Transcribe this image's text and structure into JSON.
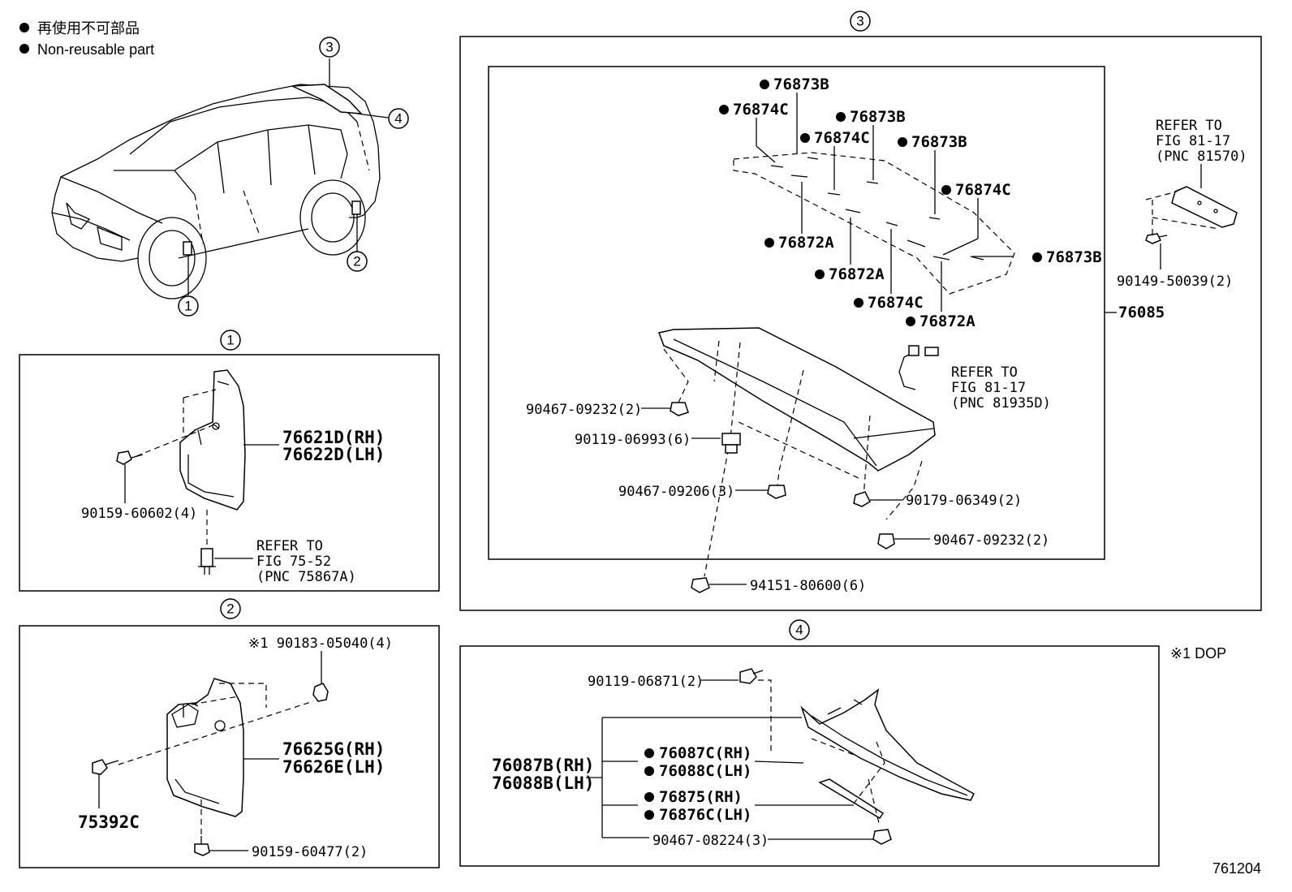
{
  "legend": {
    "japanese": "再使用不可部品",
    "english": "Non-reusable part"
  },
  "diagram_number": "761204",
  "note_dop": "※1 DOP",
  "callouts": {
    "c1": "1",
    "c2": "2",
    "c3": "3",
    "c4": "4"
  },
  "section1": {
    "part_rh": "76621D(RH)",
    "part_lh": "76622D(LH)",
    "screw": "90159-60602(4)",
    "refer_1": "REFER TO",
    "refer_2": "FIG 75-52",
    "refer_3": "(PNC 75867A)"
  },
  "section2": {
    "nut": "※1 90183-05040(4)",
    "part_rh": "76625G(RH)",
    "part_lh": "76626E(LH)",
    "screw_a": "75392C",
    "screw_b": "90159-60477(2)"
  },
  "section3": {
    "assembly": "76085",
    "tapes": [
      "76873B",
      "76874C",
      "76873B",
      "76874C",
      "76873B",
      "76874C",
      "76872A",
      "76873B",
      "76872A",
      "76874C",
      "76872A"
    ],
    "refer_a_1": "REFER TO",
    "refer_a_2": "FIG 81-17",
    "refer_a_3": "(PNC 81570)",
    "bolt_a": "90149-50039(2)",
    "refer_b_1": "REFER TO",
    "refer_b_2": "FIG 81-17",
    "refer_b_3": "(PNC 81935D)",
    "clip_a": "90467-09232(2)",
    "grommet": "90119-06993(6)",
    "clip_b": "90467-09206(3)",
    "nut": "90179-06349(2)",
    "clip_c": "90467-09232(2)",
    "nut_b": "94151-80600(6)"
  },
  "section4": {
    "bolt": "90119-06871(2)",
    "assy_rh": "76087B(RH)",
    "assy_lh": "76088B(LH)",
    "sub_rh": "76087C(RH)",
    "sub_lh": "76088C(LH)",
    "tape_rh": "76875(RH)",
    "tape_lh": "76876C(LH)",
    "clip": "90467-08224(3)"
  }
}
